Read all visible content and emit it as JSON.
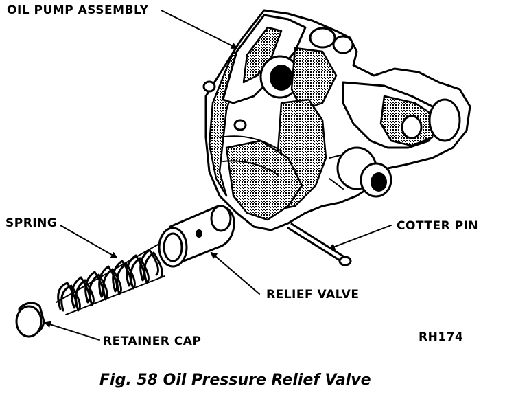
{
  "labels": {
    "oil_pump_assembly": "OIL PUMP ASSEMBLY",
    "spring": "SPRING",
    "cotter_pin": "COTTER PIN",
    "relief_valve": "RELIEF VALVE",
    "retainer_cap": "RETAINER CAP",
    "figure_code": "RH174"
  },
  "caption": "Fig. 58 Oil Pressure Relief Valve"
}
